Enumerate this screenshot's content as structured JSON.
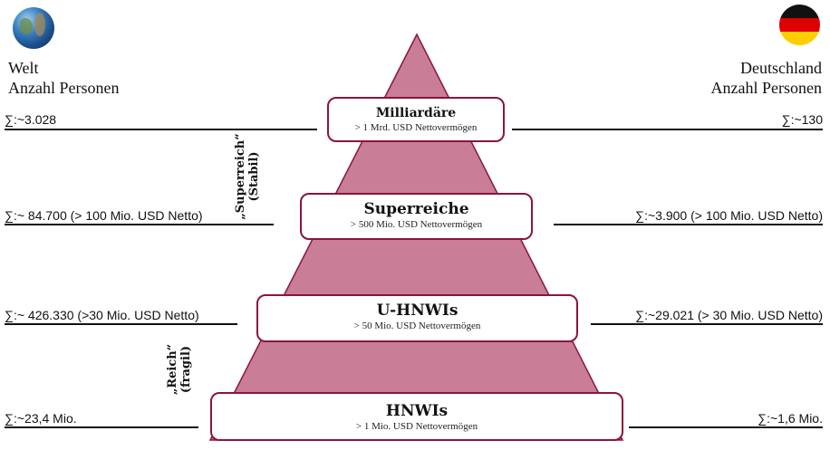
{
  "left": {
    "title": "Welt",
    "subtitle": "Anzahl Personen",
    "icon": "globe-icon",
    "values": [
      "∑:~3.028",
      "∑:~ 84.700 (> 100 Mio. USD Netto)",
      "∑:~ 426.330 (>30 Mio. USD Netto)",
      "∑:~23,4 Mio."
    ]
  },
  "right": {
    "title": "Deutschland",
    "subtitle": "Anzahl Personen",
    "icon": "german-flag-icon",
    "values": [
      "∑:~130",
      "∑:~3.900 (> 100 Mio. USD Netto)",
      "∑:~29.021 (> 30 Mio. USD Netto)",
      "∑:~1,6 Mio."
    ]
  },
  "tiers": [
    {
      "title": "Milliardäre",
      "subtitle": "> 1 Mrd. USD Nettovermögen"
    },
    {
      "title": "Superreiche",
      "subtitle": "> 500 Mio. USD Nettovermögen"
    },
    {
      "title": "U-HNWIs",
      "subtitle": "> 50 Mio. USD Nettovermögen"
    },
    {
      "title": "HNWIs",
      "subtitle": "> 1 Mio. USD Nettovermögen"
    }
  ],
  "groups": [
    {
      "label": "„Superreich“",
      "note": "(Stabil)"
    },
    {
      "label": "„Reich“",
      "note": "(fragil)"
    }
  ],
  "colors": {
    "pyramid": "#c97d96",
    "border": "#8b1538"
  }
}
